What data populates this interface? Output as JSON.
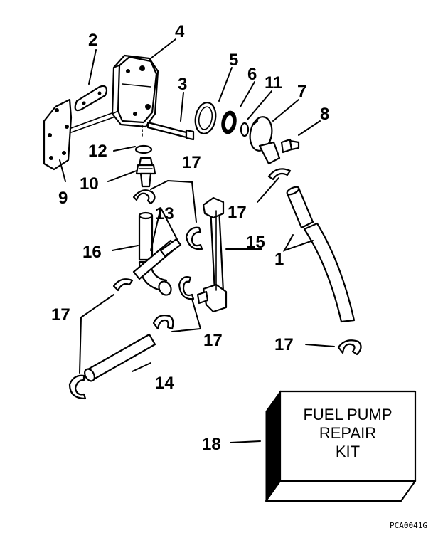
{
  "callouts": {
    "n1": "1",
    "n2": "2",
    "n3": "3",
    "n4": "4",
    "n5": "5",
    "n6": "6",
    "n7": "7",
    "n8": "8",
    "n9": "9",
    "n10": "10",
    "n11": "11",
    "n12": "12",
    "n13": "13",
    "n14": "14",
    "n15": "15",
    "n16": "16",
    "n17": "17",
    "n18": "18"
  },
  "kit_box": {
    "line1": "FUEL PUMP",
    "line2": "REPAIR",
    "line3": "KIT"
  },
  "drawing_code": "PCA0041G",
  "colors": {
    "ink": "#000000",
    "paper": "#ffffff"
  }
}
